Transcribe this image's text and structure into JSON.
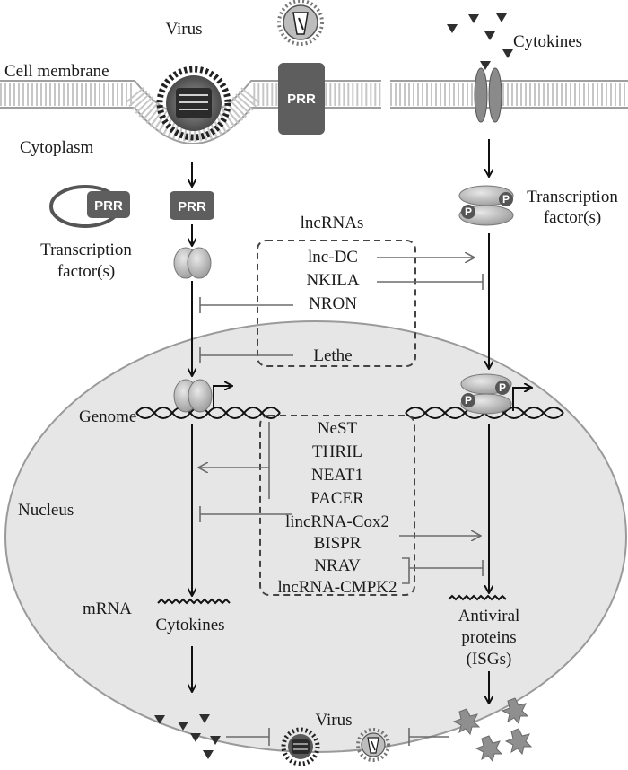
{
  "labels": {
    "virus_top": "Virus",
    "cell_membrane": "Cell membrane",
    "cytoplasm": "Cytoplasm",
    "cytokines_top": "Cytokines",
    "prr": "PRR",
    "transcription_factor_left": [
      "Transcription",
      "factor(s)"
    ],
    "transcription_factor_right": [
      "Transcription",
      "factor(s)"
    ],
    "phospho": "P",
    "lncrnas_title": "lncRNAs",
    "genome": "Genome",
    "nucleus": "Nucleus",
    "mrna": "mRNA",
    "cytokines_bottom": "Cytokines",
    "antiviral": [
      "Antiviral",
      "proteins",
      "(ISGs)"
    ],
    "virus_bottom": "Virus"
  },
  "cytoplasm_lncrnas": [
    "lnc-DC",
    "NKILA",
    "NRON",
    "Lethe"
  ],
  "nuclear_lncrnas": [
    "NeST",
    "THRIL",
    "NEAT1",
    "PACER",
    "lincRNA-Cox2",
    "BISPR",
    "NRAV",
    "lncRNA-CMPK2"
  ],
  "colors": {
    "membrane": "#a8a8a8",
    "nucleus_fill": "#e6e6e6",
    "prr_box": "#5e5e5e",
    "tf_fill": "#b9b9b9",
    "arrow": "#6b6b6b",
    "text": "#1a1a1a"
  }
}
